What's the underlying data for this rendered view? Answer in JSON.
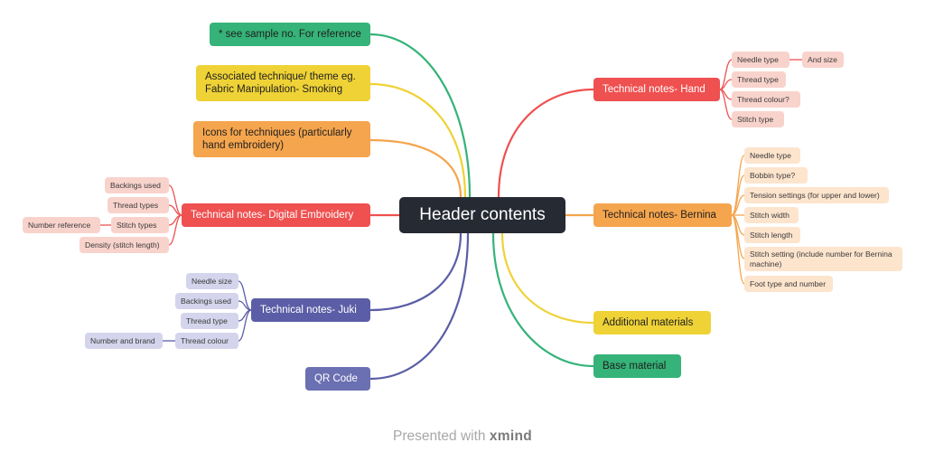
{
  "central": "Header contents",
  "colors": {
    "green": "#35b378",
    "yellow": "#efd236",
    "orange": "#f5a54d",
    "red": "#ef5050",
    "purple": "#5b5ea6",
    "blue": "#6a70b1",
    "dark": "#262a33",
    "redLight": "#f8d3cc",
    "orangeLight": "#fde4cd",
    "purpleLight": "#d4d4ec"
  },
  "left": {
    "sample_ref": "* see sample no. For reference",
    "associated": "Associated technique/ theme eg. Fabric Manipulation- Smoking",
    "icons": "Icons for techniques (particularly hand embroidery)",
    "digital": {
      "title": "Technical notes- Digital Embroidery",
      "items": [
        "Backings used",
        "Thread types",
        "Stitch types",
        "Density (stitch length)"
      ],
      "stitch_types_child": "Number reference"
    },
    "juki": {
      "title": "Technical notes- Juki",
      "items": [
        "Needle size",
        "Backings used",
        "Thread type",
        "Thread colour"
      ],
      "thread_colour_child": "Number and brand"
    },
    "qr": "QR Code"
  },
  "right": {
    "hand": {
      "title": "Technical notes- Hand",
      "items": [
        "Needle type",
        "Thread type",
        "Thread colour?",
        "Stitch type"
      ],
      "needle_child": "And size"
    },
    "bernina": {
      "title": "Technical notes- Bernina",
      "items": [
        "Needle type",
        "Bobbin type?",
        "Tension settings (for upper and lower)",
        "Stitch width",
        "Stitch length",
        "Stitch setting (include number for Bernina machine)",
        "Foot type and number"
      ]
    },
    "additional": "Additional materials",
    "base": "Base material"
  },
  "footer": {
    "prefix": "Presented with",
    "brand": "xmind"
  }
}
